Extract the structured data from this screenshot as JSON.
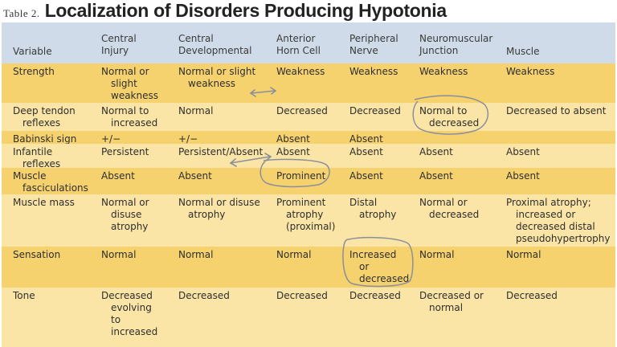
{
  "table_label": "Table 2.",
  "title": "Localization of Disorders Producing Hypotonia",
  "headers": [
    [
      "Variable"
    ],
    [
      "Central",
      "Injury"
    ],
    [
      "Central",
      "Developmental"
    ],
    [
      "Anterior",
      "Horn Cell"
    ],
    [
      "Peripheral",
      "Nerve"
    ],
    [
      "Neuromuscular",
      "Junction"
    ],
    [
      "Muscle"
    ]
  ],
  "rows": [
    {
      "cells": [
        [
          "Strength"
        ],
        [
          "Normal or",
          "slight",
          "weakness"
        ],
        [
          "Normal or slight",
          "weakness"
        ],
        [
          "Weakness"
        ],
        [
          "Weakness"
        ],
        [
          "Weakness"
        ],
        [
          "Weakness"
        ]
      ]
    },
    {
      "cells": [
        [
          "Deep tendon",
          "reflexes"
        ],
        [
          "Normal to",
          "increased"
        ],
        [
          "Normal"
        ],
        [
          "Decreased"
        ],
        [
          "Decreased"
        ],
        [
          "Normal to",
          "decreased"
        ],
        [
          "Decreased to absent"
        ]
      ]
    },
    {
      "cells": [
        [
          "Babinski sign"
        ],
        [
          "+/−"
        ],
        [
          "+/−"
        ],
        [
          "Absent"
        ],
        [
          "Absent"
        ],
        [],
        []
      ]
    },
    {
      "cells": [
        [
          "Infantile",
          "reflexes"
        ],
        [
          "Persistent"
        ],
        [
          "Persistent/Absent"
        ],
        [
          "Absent"
        ],
        [
          "Absent"
        ],
        [
          "Absent"
        ],
        [
          "Absent"
        ]
      ]
    },
    {
      "cells": [
        [
          "Muscle",
          "fasciculations"
        ],
        [
          "Absent"
        ],
        [
          "Absent"
        ],
        [
          "Prominent"
        ],
        [
          "Absent"
        ],
        [
          "Absent"
        ],
        [
          "Absent"
        ]
      ]
    },
    {
      "cells": [
        [
          "Muscle mass"
        ],
        [
          "Normal or",
          "disuse",
          "atrophy"
        ],
        [
          "Normal or disuse",
          "atrophy"
        ],
        [
          "Prominent",
          "atrophy",
          "(proximal)"
        ],
        [
          "Distal",
          "atrophy"
        ],
        [
          "Normal or",
          "decreased"
        ],
        [
          "Proximal atrophy;",
          "increased or",
          "decreased distal",
          "pseudohypertrophy"
        ]
      ]
    },
    {
      "cells": [
        [
          "Sensation"
        ],
        [
          "Normal"
        ],
        [
          "Normal"
        ],
        [
          "Normal"
        ],
        [
          "Increased",
          "or",
          "decreased"
        ],
        [
          "Normal"
        ],
        [
          "Normal"
        ]
      ]
    },
    {
      "cells": [
        [
          "Tone"
        ],
        [
          "Decreased",
          "evolving",
          "to",
          "increased"
        ],
        [
          "Decreased"
        ],
        [
          "Decreased"
        ],
        [
          "Decreased"
        ],
        [
          "Decreased or",
          "normal"
        ],
        [
          "Decreased"
        ]
      ]
    }
  ],
  "colors": {
    "header_bg": "#cfdbe8",
    "row_dark": "#f6d26f",
    "row_light": "#fbe5a6",
    "annotation": "#8a8f9a"
  }
}
